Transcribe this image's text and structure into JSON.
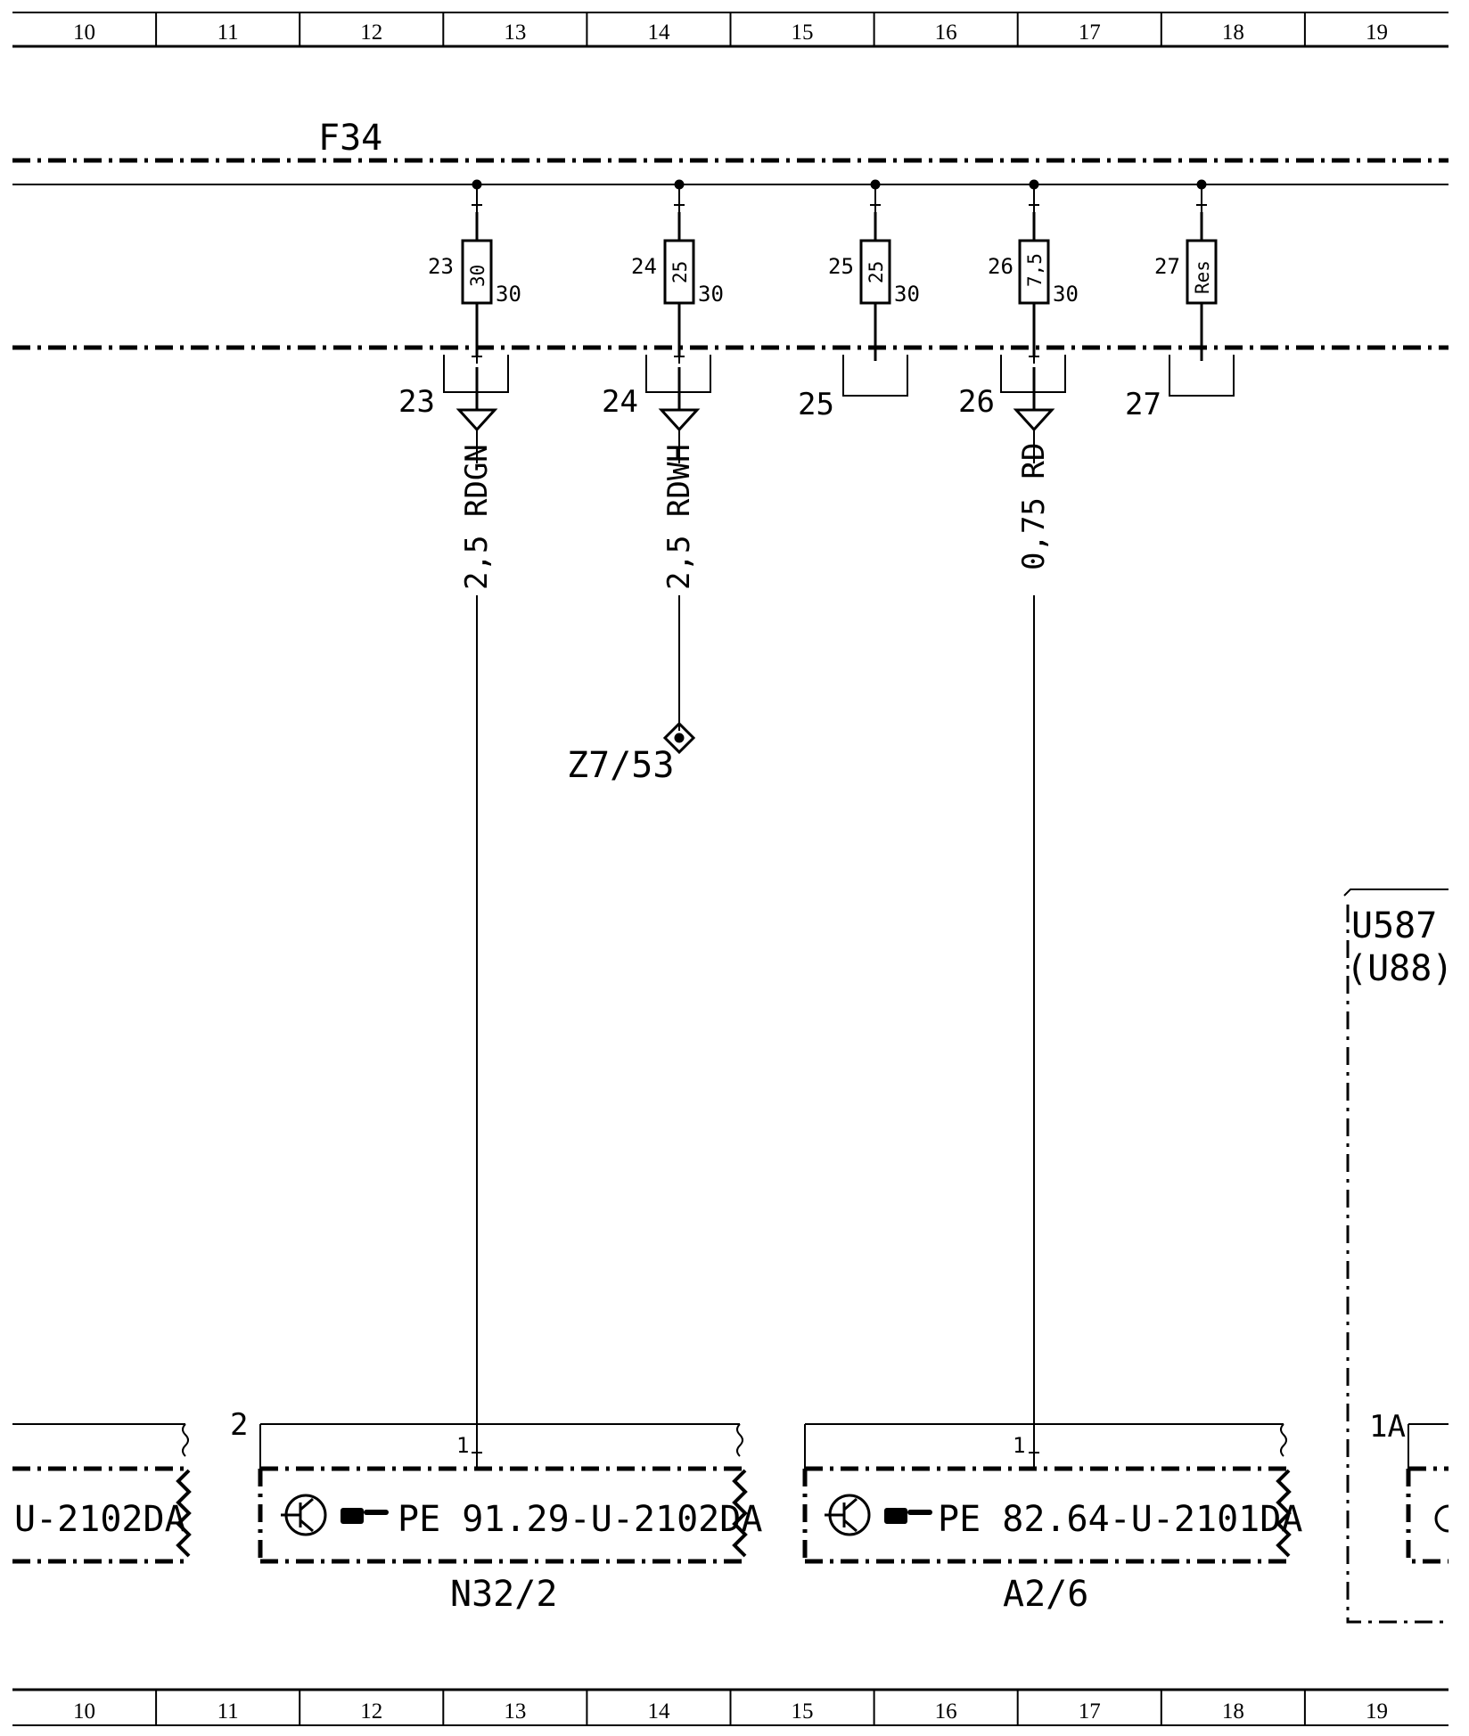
{
  "grid_columns": [
    "10",
    "11",
    "12",
    "13",
    "14",
    "15",
    "16",
    "17",
    "18",
    "19"
  ],
  "busbar": {
    "label": "F34"
  },
  "fuses": [
    {
      "number": "23",
      "rating": "30",
      "terminal": "30",
      "wire": "23"
    },
    {
      "number": "24",
      "rating": "25",
      "terminal": "30",
      "wire": "24"
    },
    {
      "number": "25",
      "rating": "25",
      "terminal": "30",
      "wire": "25"
    },
    {
      "number": "26",
      "rating": "7,5",
      "terminal": "30",
      "wire": "26"
    },
    {
      "number": "27",
      "rating": "Res",
      "terminal": "",
      "wire": "27"
    }
  ],
  "wires": [
    {
      "spec": "2,5 RDGN"
    },
    {
      "spec": "2,5 RDWH"
    },
    {
      "spec": "0,75 RD"
    }
  ],
  "ground_ref": "Z7/53",
  "components": [
    {
      "ref_text": "U-2102DA",
      "pin": "",
      "name": ""
    },
    {
      "ref_text": "PE 91.29-U-2102DA",
      "pin": "1",
      "name": "N32/2",
      "index": "2"
    },
    {
      "ref_text": "PE 82.64-U-2101DA",
      "pin": "1",
      "name": "A2/6"
    }
  ],
  "module": {
    "name": "U587",
    "variant": "(U88)",
    "pin": "1A"
  }
}
